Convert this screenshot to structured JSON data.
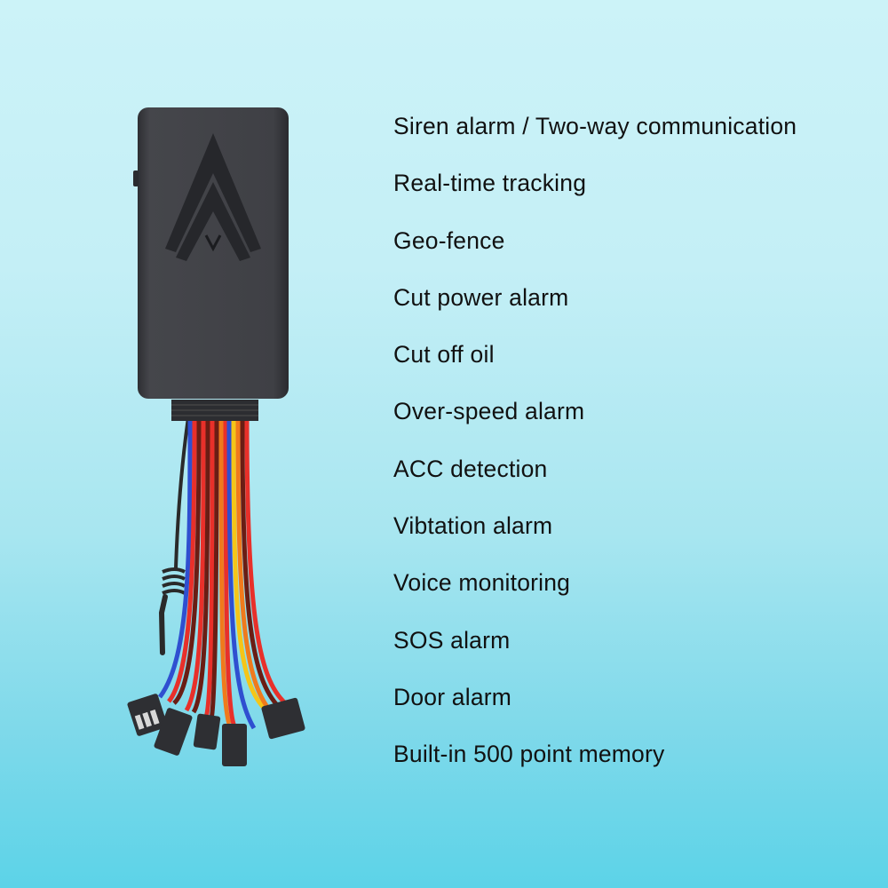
{
  "product": {
    "name": "GPS tracker device",
    "body_color": "#3a3b3f",
    "logo": "double-chevron-up-icon",
    "wire_colors": [
      "#2b2b2b",
      "#2f4fd0",
      "#e8302a",
      "#6a1d14",
      "#e8302a",
      "#6a1d14",
      "#e8302a",
      "#f07a1c",
      "#2f4fd0",
      "#f5c518",
      "#f07a1c",
      "#6a1d14",
      "#e8302a"
    ],
    "connectors": 5
  },
  "features": [
    "Siren alarm / Two-way communication",
    "Real-time tracking",
    "Geo-fence",
    "Cut power alarm",
    "Cut off oil",
    "Over-speed alarm",
    "ACC detection",
    "Vibtation alarm",
    "Voice monitoring",
    "SOS alarm",
    "Door alarm",
    "Built-in 500 point memory"
  ],
  "colors": {
    "background_top": "#ccf3f8",
    "background_bottom": "#5cd3e8",
    "text": "#111111"
  }
}
